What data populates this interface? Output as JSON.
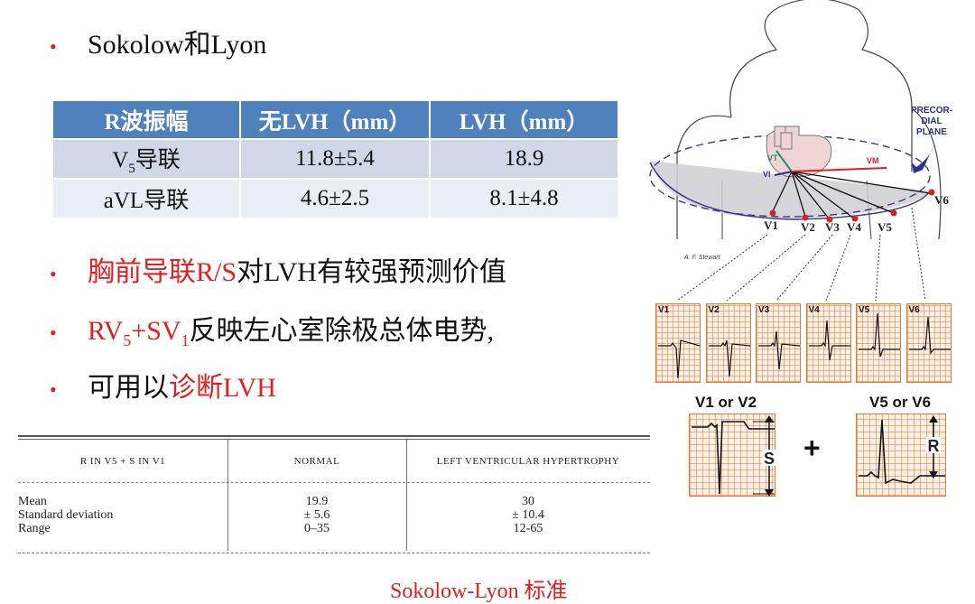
{
  "bullets": {
    "b1": "Sokolow和Lyon",
    "b2_red": "胸前导联R/S",
    "b2_black": "对LVH有较强预测价值",
    "b3_red_a": "RV",
    "b3_sub_a": "5",
    "b3_red_b": "+SV",
    "b3_sub_b": "1",
    "b3_black": "反映左心室除极总体电势,",
    "b4_black": "可用以",
    "b4_red": "诊断LVH"
  },
  "table1": {
    "headers": [
      "R波振幅",
      "无LVH（mm）",
      "LVH（mm）"
    ],
    "rows": [
      {
        "lead": "V",
        "lead_sub": "5",
        "lead_suffix": "导联",
        "no_lvh": "11.8±5.4",
        "lvh": "18.9"
      },
      {
        "lead": "aVL导联",
        "no_lvh": "4.6±2.5",
        "lvh": "8.1±4.8"
      }
    ]
  },
  "table2": {
    "headers": [
      "R IN V5 + S IN V1",
      "NORMAL",
      "LEFT VENTRICULAR HYPERTROPHY"
    ],
    "row_labels": [
      "Mean",
      "Standard deviation",
      "Range"
    ],
    "normal": [
      "19.9",
      "± 5.6",
      "0–35"
    ],
    "lvh": [
      "30",
      "± 10.4",
      "12-65"
    ]
  },
  "caption": "Sokolow-Lyon 标准",
  "figure": {
    "plane_label": [
      "PRECOR-",
      "DIAL",
      "PLANE"
    ],
    "vectors": [
      "VT",
      "VI",
      "VM"
    ],
    "leads": [
      "V1",
      "V2",
      "V3",
      "V4",
      "V5",
      "V6"
    ],
    "signature": "A. F. Stewart",
    "bottom_left": "V1 or V2",
    "bottom_right": "V5 or V6",
    "plus": "+",
    "s_label": "S",
    "r_label": "R"
  }
}
